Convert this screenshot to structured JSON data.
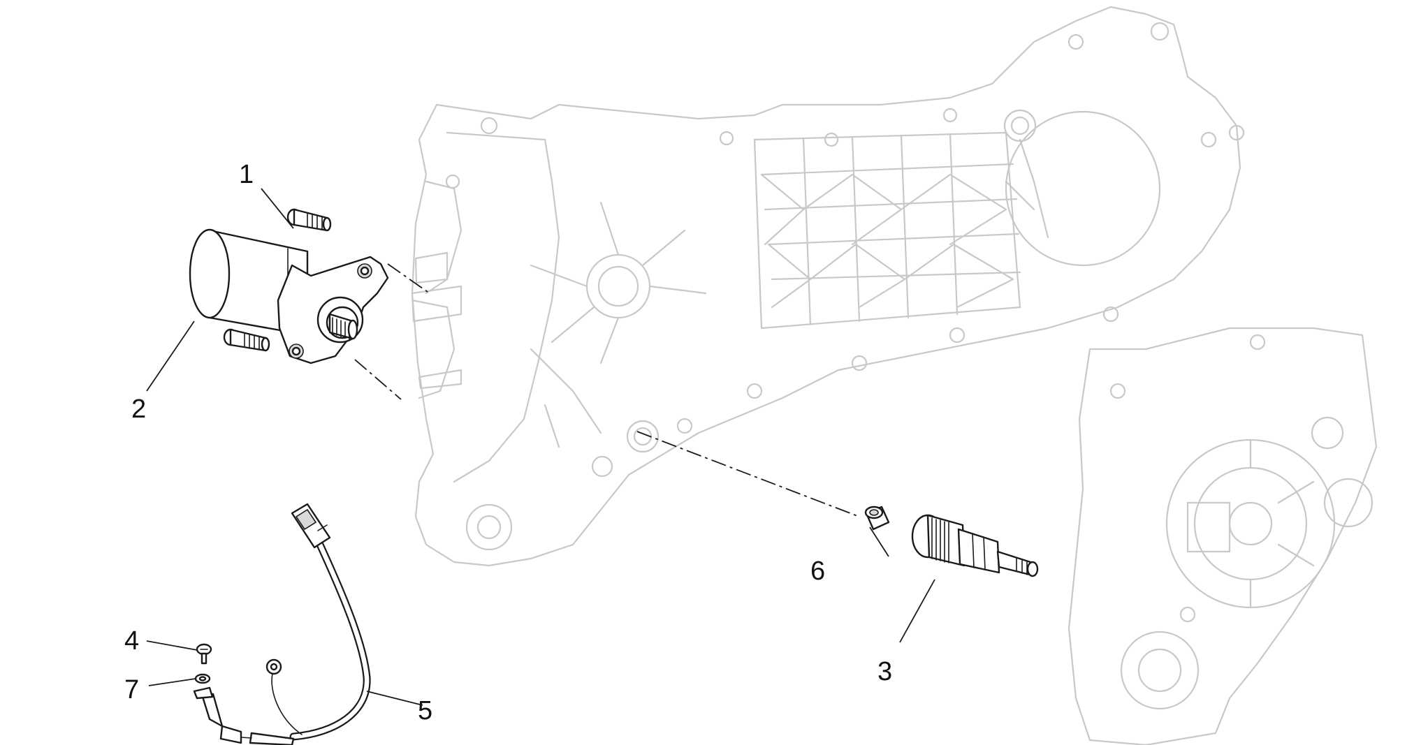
{
  "diagram": {
    "callouts": [
      {
        "id": "1",
        "label": "1"
      },
      {
        "id": "2",
        "label": "2"
      },
      {
        "id": "3",
        "label": "3"
      },
      {
        "id": "4",
        "label": "4"
      },
      {
        "id": "5",
        "label": "5"
      },
      {
        "id": "6",
        "label": "6"
      },
      {
        "id": "7",
        "label": "7"
      }
    ]
  },
  "colors": {
    "part_outline": "#1a1a1a",
    "ghost_outline": "#c8c8c8",
    "background": "#ffffff"
  }
}
